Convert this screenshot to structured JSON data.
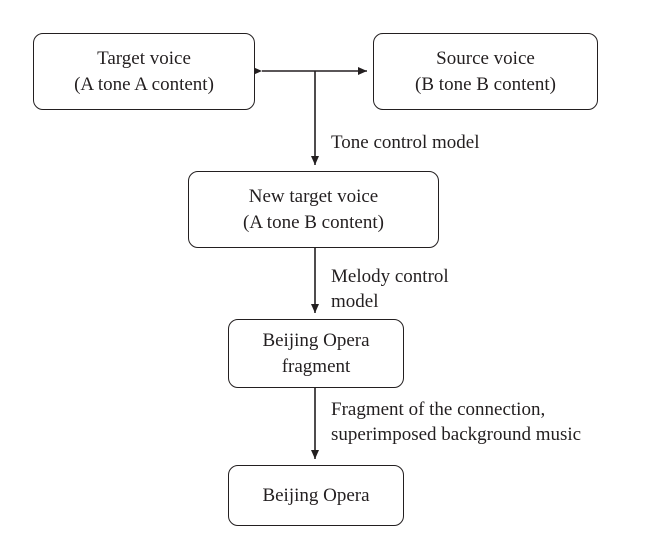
{
  "nodes": {
    "target_voice": {
      "line1": "Target voice",
      "line2": "(A tone A content)"
    },
    "source_voice": {
      "line1": "Source voice",
      "line2": "(B tone B content)"
    },
    "new_target_voice": {
      "line1": "New target voice",
      "line2": "(A tone B content)"
    },
    "opera_fragment": {
      "line1": "Beijing Opera",
      "line2": "fragment"
    },
    "beijing_opera": {
      "line1": "Beijing Opera"
    }
  },
  "edges": {
    "tone_control": {
      "line1": "Tone control model"
    },
    "melody_control": {
      "line1": "Melody control",
      "line2": "model"
    },
    "fragment_connection": {
      "line1": "Fragment of the connection,",
      "line2": "superimposed background music"
    }
  },
  "colors": {
    "stroke": "#231f20",
    "background": "#ffffff"
  }
}
